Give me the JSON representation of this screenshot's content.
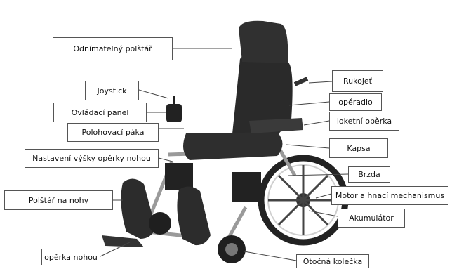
{
  "labels": {
    "headrest": "Odnímatelný polštář",
    "handle": "Rukojeť",
    "backrest": "opěradlo",
    "joystick": "Joystick",
    "control_panel": "Ovládací panel",
    "armrest": "loketní opěrka",
    "recline_lever": "Polohovací páka",
    "pocket": "Kapsa",
    "footrest_height": "Nastavení výšky opěrky nohou",
    "brake": "Brzda",
    "motor": "Motor a hnací mechanismus",
    "leg_cushion": "Polštář na nohy",
    "battery": "Akumulátor",
    "footrest": "opěrka nohou",
    "caster": "Otočná kolečka"
  }
}
